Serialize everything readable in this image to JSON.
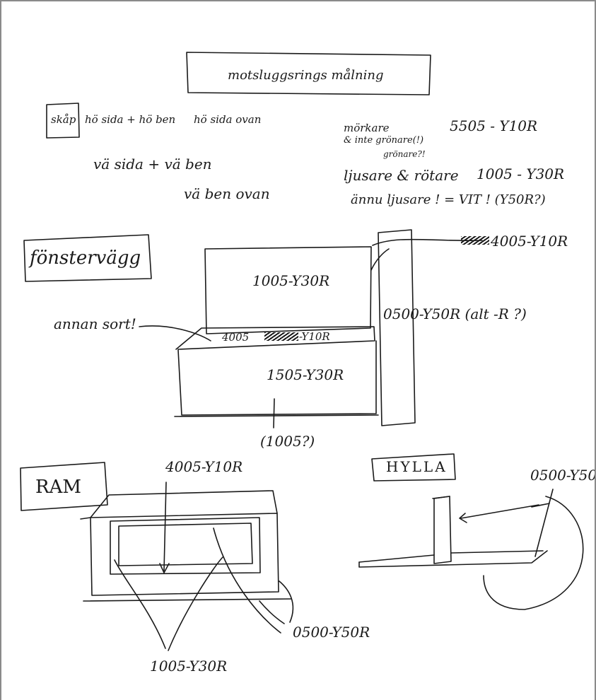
{
  "title": "motsluggsrings målning",
  "top_notes": {
    "skap_label": "skåp",
    "line1": "hö sida + hö ben",
    "line1b": "hö sida ovan",
    "line2": "vä sida + vä ben",
    "line3": "vä ben ovan"
  },
  "color_notes": {
    "mork_label": "mörkare",
    "mork_sub": "& inte grönare(!)",
    "mork_sub2": "grönare?!",
    "mork_code": "5505 - Y10R",
    "ljus_label": "ljusare & rötare",
    "ljus_code": "1005 - Y30R",
    "ljus2": "ännu ljusare ! = VIT ! (Y50R?)"
  },
  "fonstervagg": {
    "label": "fönstervägg",
    "annan_sort": "annan sort!",
    "upper_wall": "1005-Y30R",
    "sill_left": "4005",
    "sill_right": "-Y10R",
    "lower_wall": "1505-Y30R",
    "lower_alt": "(1005?)",
    "side_code": "0500-Y50R (alt -R ?)",
    "top_right_code": "4005-Y10R"
  },
  "ram": {
    "label": "RAM",
    "top_code": "4005-Y10R",
    "bottom_code": "1005-Y30R",
    "right_code": "0500-Y50R"
  },
  "hylla": {
    "label": "HYLLA",
    "code": "0500-Y50"
  }
}
